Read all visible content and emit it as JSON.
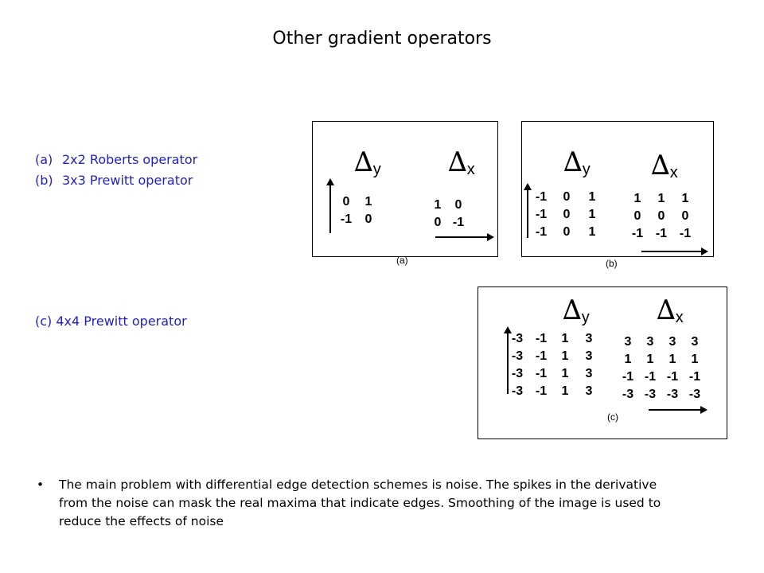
{
  "title": "Other gradient operators",
  "list": [
    {
      "label": "(a)",
      "text": "2x2 Roberts operator"
    },
    {
      "label": "(b)",
      "text": "3x3 Prewitt operator"
    }
  ],
  "c_label": "(c) 4x4 Prewitt operator",
  "delta_symbol": "∆",
  "sub_y": "y",
  "sub_x": "x",
  "panels": {
    "a": {
      "caption": "(a)",
      "dy": [
        [
          "0",
          "1"
        ],
        [
          "-1",
          "0"
        ]
      ],
      "dx": [
        [
          "1",
          "0"
        ],
        [
          "0",
          "-1"
        ]
      ]
    },
    "b": {
      "caption": "(b)",
      "dy": [
        [
          "-1",
          "0",
          "1"
        ],
        [
          "-1",
          "0",
          "1"
        ],
        [
          "-1",
          "0",
          "1"
        ]
      ],
      "dx": [
        [
          "1",
          "1",
          "1"
        ],
        [
          "0",
          "0",
          "0"
        ],
        [
          "-1",
          "-1",
          "-1"
        ]
      ]
    },
    "c": {
      "caption": "(c)",
      "dy": [
        [
          "-3",
          "-1",
          "1",
          "3"
        ],
        [
          "-3",
          "-1",
          "1",
          "3"
        ],
        [
          "-3",
          "-1",
          "1",
          "3"
        ],
        [
          "-3",
          "-1",
          "1",
          "3"
        ]
      ],
      "dx": [
        [
          "3",
          "3",
          "3",
          "3"
        ],
        [
          "1",
          "1",
          "1",
          "1"
        ],
        [
          "-1",
          "-1",
          "-1",
          "-1"
        ],
        [
          "-3",
          "-3",
          "-3",
          "-3"
        ]
      ]
    }
  },
  "bullet_marker": "•",
  "bullet": "The main problem with differential edge detection schemes is noise. The spikes in the derivative from the noise can mask the real maxima that indicate edges. Smoothing of the image is used to reduce the effects of noise"
}
